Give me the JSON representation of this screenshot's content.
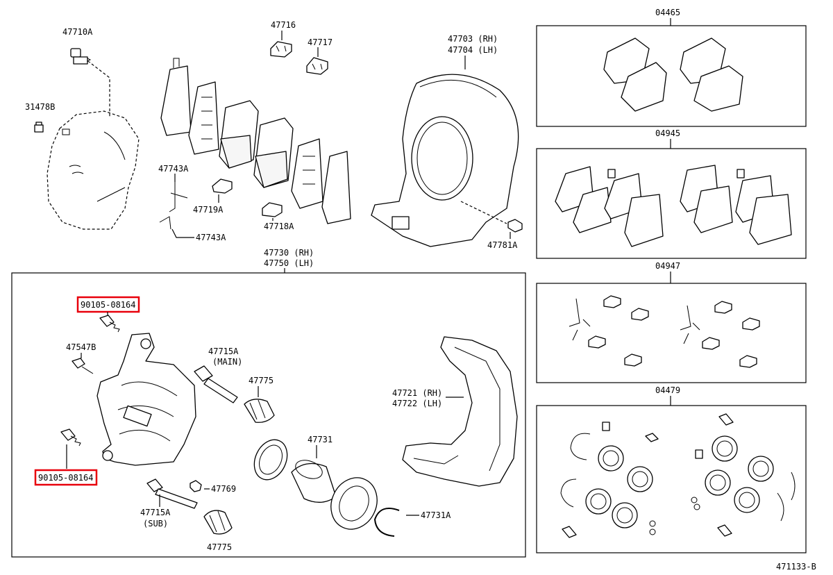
{
  "labels": {
    "p47710A": "47710A",
    "p31478B": "31478B",
    "p47716": "47716",
    "p47717": "47717",
    "p47743A_top": "47743A",
    "p47743A_bot": "47743A",
    "p47719A": "47719A",
    "p47718A": "47718A",
    "p47703": "47703 (RH)",
    "p47704": "47704 (LH)",
    "p47781A": "47781A",
    "p47730": "47730 (RH)",
    "p47750": "47750 (LH)",
    "p90105_top": "90105-08164",
    "p90105_bot": "90105-08164",
    "p47547B": "47547B",
    "p47715A_main": "47715A",
    "main": "(MAIN)",
    "p47775_top": "47775",
    "p47721": "47721 (RH)",
    "p47722": "47722 (LH)",
    "p47731": "47731",
    "p47769": "47769",
    "p47715A_sub": "47715A",
    "sub": "(SUB)",
    "p47775_bot": "47775",
    "p47731A": "47731A",
    "kit04465": "04465",
    "kit04945": "04945",
    "kit04947": "04947",
    "kit04479": "04479",
    "diagram_id": "471133-B"
  },
  "highlight_color": "#e8000b"
}
